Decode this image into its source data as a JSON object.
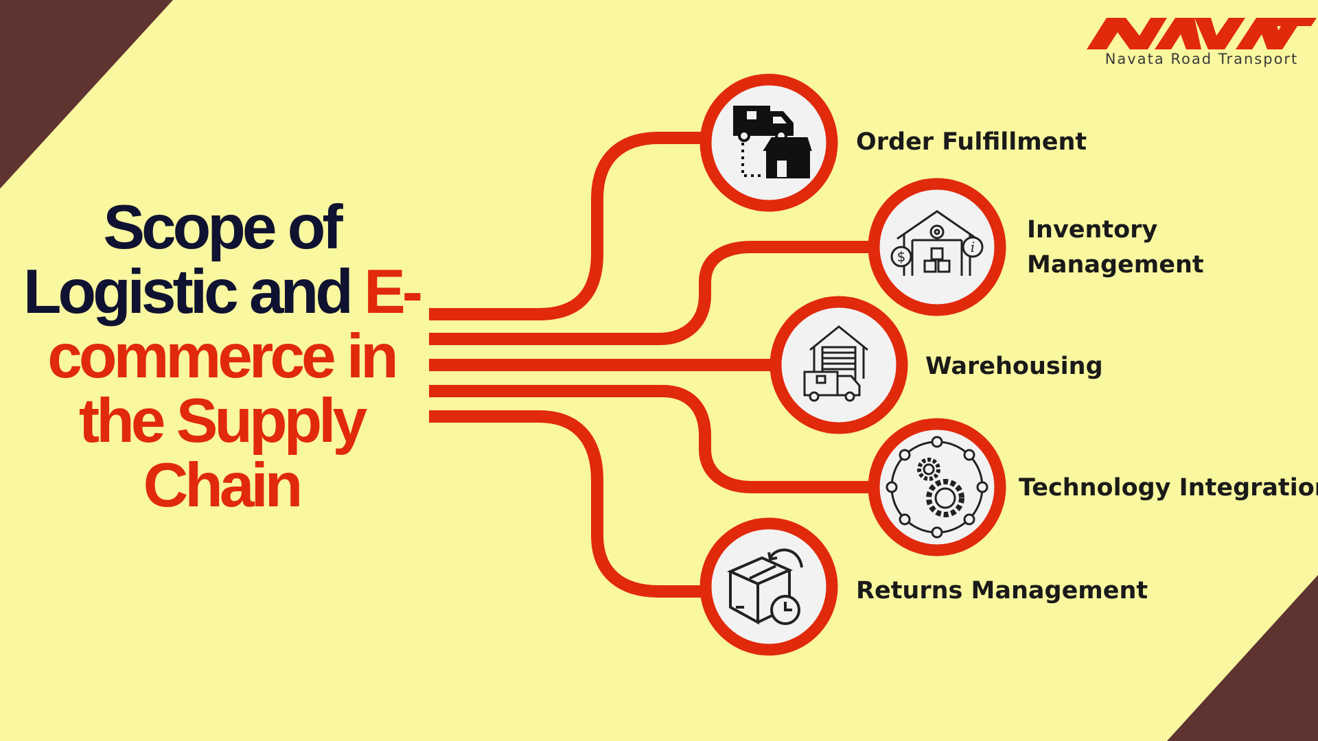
{
  "title": {
    "line1": "Scope of",
    "line2_dark": "Logistic and ",
    "line2_red": "E-",
    "line3": "commerce in",
    "line4": "the Supply",
    "line5": "Chain"
  },
  "logo": {
    "mark": "NAVATA",
    "tagline": "Navata Road Transport"
  },
  "items": [
    {
      "label": "Order Fulfillment",
      "icon": "truck-to-store-icon"
    },
    {
      "label": "Inventory Management",
      "line1": "Inventory",
      "line2": "Management",
      "icon": "warehouse-inventory-icon"
    },
    {
      "label": "Warehousing",
      "icon": "warehouse-truck-icon"
    },
    {
      "label": "Technology Integration",
      "icon": "gears-network-icon"
    },
    {
      "label": "Returns Management",
      "icon": "package-return-icon"
    }
  ],
  "colors": {
    "background": "#f9f79f",
    "accent": "#e1290c",
    "corner": "#5e3330",
    "title_dark": "#0f1231"
  }
}
